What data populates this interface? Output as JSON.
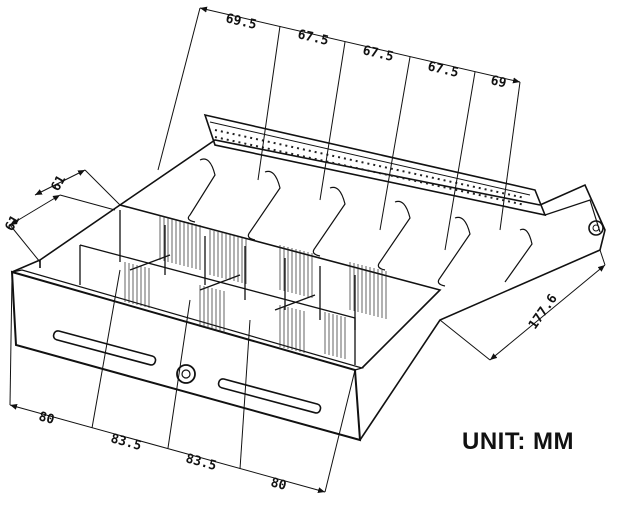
{
  "diagram": {
    "unit_label": "UNIT: MM",
    "dimensions": {
      "top_compartments": [
        "69.5",
        "67.5",
        "67.5",
        "67.5",
        "69"
      ],
      "bottom_compartments": [
        "80",
        "83.5",
        "83.5",
        "80"
      ],
      "left_depth_upper": "61",
      "left_depth_lower": "61",
      "side_depth": "177.6"
    }
  }
}
